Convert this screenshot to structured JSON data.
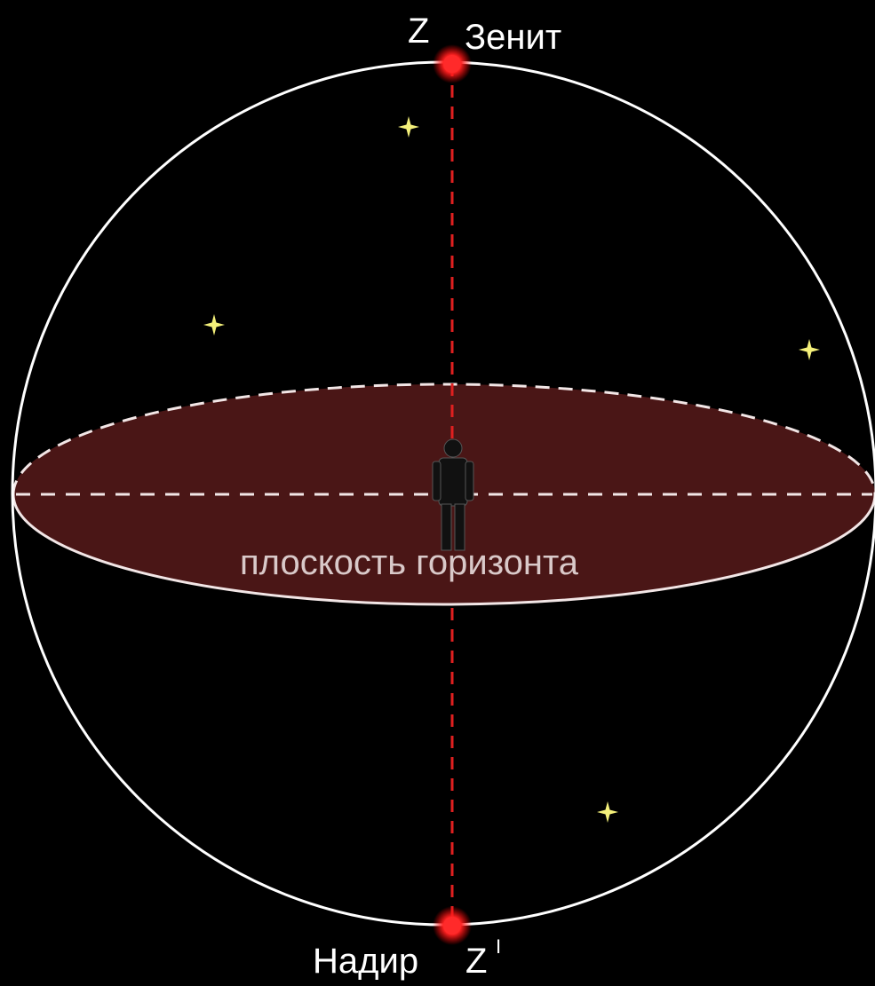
{
  "diagram": {
    "labels": {
      "zenith_letter": "Z",
      "zenith_name": "Зенит",
      "nadir_name": "Надир",
      "nadir_letter": "Z",
      "nadir_prime": "I",
      "horizon_plane": "плоскость горизонта"
    },
    "colors": {
      "background": "#000000",
      "sphere_outline": "#ffffff",
      "horizon_fill": "#4a1616",
      "horizon_edge": "#f2e6e6",
      "axis": "#e02020",
      "pole_point": "#ff2a2a",
      "star": "#f4f07a",
      "observer": "#111111"
    },
    "icons": [
      "star-icon",
      "observer-figure-icon"
    ]
  }
}
